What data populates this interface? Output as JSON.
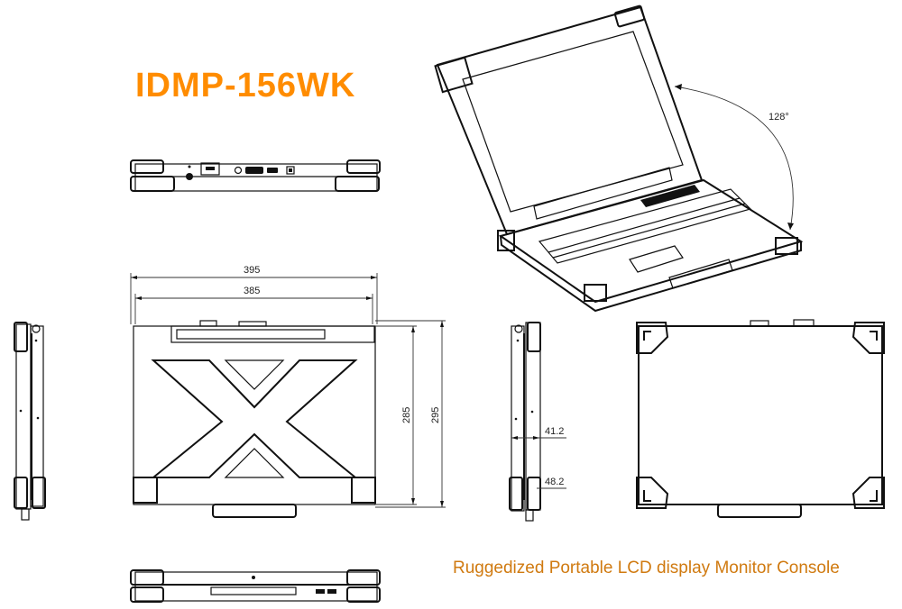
{
  "title": "IDMP-156WK",
  "subtitle": "Ruggedized Portable LCD display Monitor Console",
  "colors": {
    "title": "#ff8c00",
    "subtitle": "#d07a10",
    "lines": "#111111"
  },
  "views": {
    "rear_view": {
      "ports": [
        "power-switch",
        "power-input",
        "audio-jack",
        "vga-port",
        "hdmi-port",
        "usb-b-port"
      ]
    },
    "isometric_view": {
      "open_angle": "128°"
    },
    "top_view": {
      "outer_width": "395",
      "inner_width": "385",
      "inner_depth": "285",
      "outer_depth": "295"
    },
    "side_view": {
      "closed_height": "41.2",
      "height_with_feet": "48.2"
    },
    "bottom_view": {},
    "front_view": {}
  }
}
